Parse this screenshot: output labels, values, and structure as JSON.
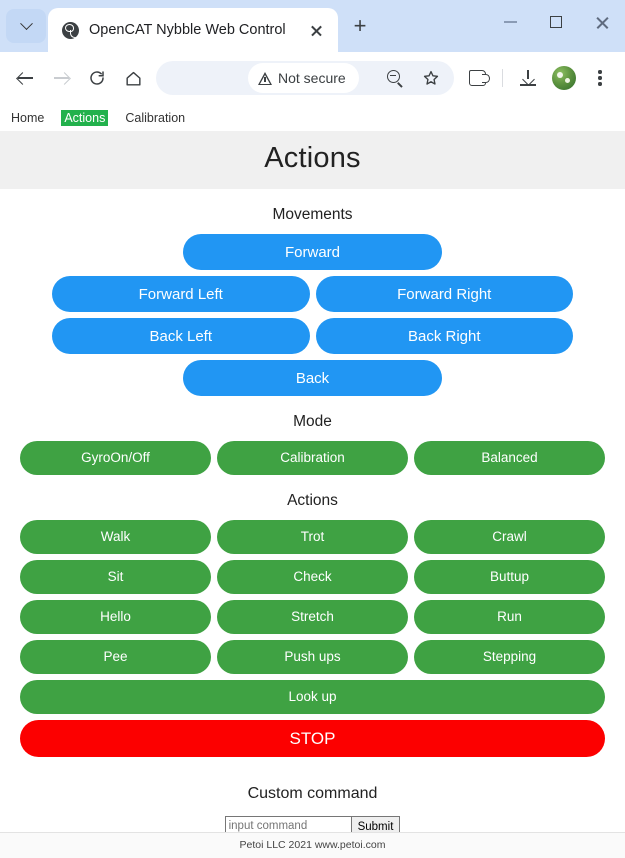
{
  "browser": {
    "tab": {
      "title": "OpenCAT Nybble Web Control",
      "favicon_icon": "globe-icon",
      "close_icon": "close-icon"
    },
    "tab_search_icon": "chevron-down-icon",
    "new_tab_icon": "plus-icon",
    "window_controls": {
      "minimize_icon": "minimize-icon",
      "maximize_icon": "maximize-icon",
      "close_icon": "close-icon"
    },
    "toolbar": {
      "back_icon": "back-arrow-icon",
      "forward_icon": "forward-arrow-icon",
      "reload_icon": "reload-icon",
      "home_icon": "home-icon",
      "security_label": "Not secure",
      "security_icon": "warning-triangle-icon",
      "zoom_icon": "zoom-out-icon",
      "bookmark_icon": "star-icon",
      "extensions_icon": "puzzle-piece-icon",
      "downloads_icon": "download-icon",
      "profile_icon": "avatar-icon",
      "menu_icon": "kebab-menu-icon"
    }
  },
  "page": {
    "nav": [
      {
        "label": "Home",
        "active": false
      },
      {
        "label": "Actions",
        "active": true
      },
      {
        "label": "Calibration",
        "active": false
      }
    ],
    "title": "Actions",
    "sections": {
      "movements": {
        "heading": "Movements",
        "forward": "Forward",
        "forward_left": "Forward Left",
        "forward_right": "Forward Right",
        "back_left": "Back Left",
        "back_right": "Back Right",
        "back": "Back"
      },
      "mode": {
        "heading": "Mode",
        "buttons": [
          "GyroOn/Off",
          "Calibration",
          "Balanced"
        ]
      },
      "actions": {
        "heading": "Actions",
        "rows": [
          [
            "Walk",
            "Trot",
            "Crawl"
          ],
          [
            "Sit",
            "Check",
            "Buttup"
          ],
          [
            "Hello",
            "Stretch",
            "Run"
          ],
          [
            "Pee",
            "Push ups",
            "Stepping"
          ]
        ],
        "look_up": "Look up",
        "stop": "STOP"
      },
      "custom": {
        "heading": "Custom command",
        "input_placeholder": "input command",
        "input_value": "",
        "submit_label": "Submit"
      }
    },
    "footer": "Petoi LLC 2021 www.petoi.com",
    "colors": {
      "blue": "#2196f3",
      "green": "#3fa243",
      "red": "#fc0000",
      "nav_active": "#22b14c",
      "header_band": "#f0f0f0"
    }
  }
}
